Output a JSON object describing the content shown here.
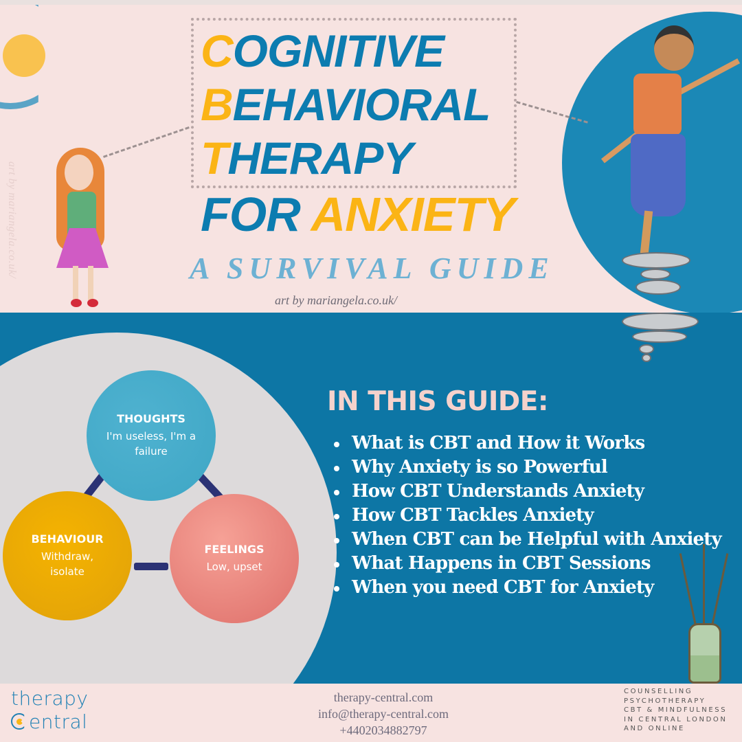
{
  "header": {
    "title_lines": [
      {
        "accent": "C",
        "rest": "OGNITIVE"
      },
      {
        "accent": "B",
        "rest": "EHAVIORAL"
      },
      {
        "accent": "T",
        "rest": "HERAPY"
      }
    ],
    "title_line4_blue": "FOR ",
    "title_line4_accent": "ANXIETY",
    "subtitle": "A SURVIVAL GUIDE",
    "art_credit": "art by mariangela.co.uk/",
    "vertical_credit": "art by mariangela.co.uk/"
  },
  "diagram": {
    "nodes": [
      {
        "id": "thoughts",
        "title": "THOUGHTS",
        "body": "I'm useless, I'm a failure",
        "color": "#45acca"
      },
      {
        "id": "behaviour",
        "title": "BEHAVIOUR",
        "body": "Withdraw, isolate",
        "color": "#f0ab05"
      },
      {
        "id": "feelings",
        "title": "FEELINGS",
        "body": "Low, upset",
        "color": "#ef8a83"
      }
    ],
    "connector_color": "#2b3275"
  },
  "guide": {
    "heading": "IN THIS GUIDE:",
    "items": [
      "What is CBT and How it Works",
      "Why Anxiety is so Powerful",
      "How CBT Understands Anxiety",
      "How CBT Tackles Anxiety",
      "When CBT can be Helpful with Anxiety",
      "What Happens in CBT Sessions",
      "When you need CBT for Anxiety"
    ]
  },
  "footer": {
    "brand_line1": "therapy",
    "brand_line2": "entral",
    "website": "therapy-central.com",
    "email": "info@therapy-central.com",
    "phone": "+4402034882797",
    "services": [
      "COUNSELLING",
      "PSYCHOTHERAPY",
      "CBT & MINDFULNESS",
      "IN CENTRAL LONDON",
      "AND ONLINE"
    ]
  },
  "colors": {
    "background_pink": "#f7e3e1",
    "title_blue": "#0c7cb0",
    "title_yellow": "#fbb415",
    "subtitle_blue": "#6db1d3",
    "band_blue": "#0d76a5",
    "guide_heading_pink": "#f5d2cc"
  }
}
